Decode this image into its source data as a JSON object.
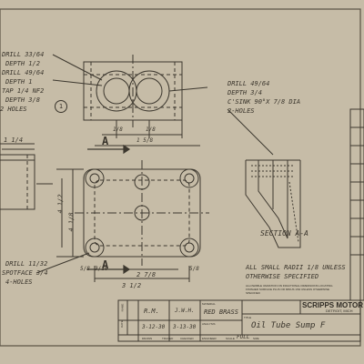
{
  "top_notes": [
    "DRILL 33/64",
    "DEPTH 1/2",
    "DRILL 49/64",
    "DEPTH 1",
    "TAP 1/4 NF2",
    "DEPTH 3/8",
    "2 HOLES"
  ],
  "circle_mark": "1",
  "right_notes": [
    "DRILL 49/64",
    "DEPTH 3/4",
    "C'SINK 90°X 7/8 DIA",
    "2-HOLES"
  ],
  "top_dims": [
    "1/8",
    "1/8",
    "1 5/8"
  ],
  "section_marks": [
    "A",
    "A"
  ],
  "left_dim": "1 1/4",
  "plan_dims": [
    "4 1/2",
    "4 1/8",
    "2 7/8",
    "3 1/2",
    "5/8",
    "3/16",
    "5/8"
  ],
  "section_label": "SECTION A-A",
  "radii_note": [
    "ALL SMALL RADII 1/8 UNLESS",
    "OTHERWISE SPECIFIED"
  ],
  "tolerance_note": [
    "ALLOWABLE VARIATION ON FRACTIONAL DIMENSIONS LOCATING",
    "FINISHED SURFACE PLUS OR MINUS 1/64 UNLESS OTHERWISE",
    "SPECIFIED"
  ],
  "bottom_notes": [
    "DRILL 11/32",
    "SPOTFACE 3/4",
    "4-HOLES"
  ],
  "title_block": {
    "row_label_date": "DATE",
    "row_label_name": "NAME",
    "drawn_by": "R.M.",
    "drawn_date": "3-12-30",
    "traced_by": "J.W.H.",
    "traced_date": "3-13-30",
    "footer_labels": [
      "DRAWN",
      "TRACED",
      "CHECKED",
      "ENGINEER",
      "SCALE",
      "FULL",
      "SIZE"
    ],
    "material_label": "MATERIAL",
    "material": "RED BRASS",
    "analysis_label": "ANALYSIS",
    "title_label": "TITLE",
    "title": "Oil Tube Sump F",
    "company": "SCRIPPS MOTOR",
    "location": "DETROIT, MICH"
  }
}
